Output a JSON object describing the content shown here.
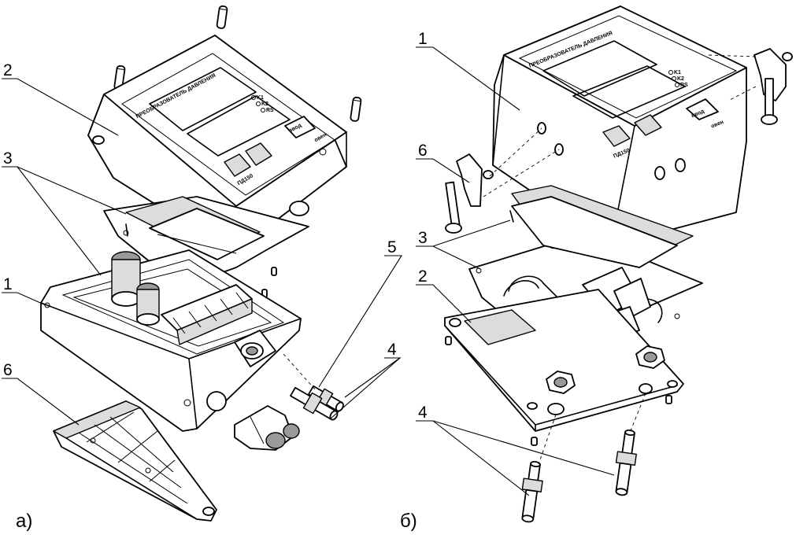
{
  "panels": [
    {
      "caption": "а)",
      "callouts": [
        "2",
        "3",
        "1",
        "6",
        "5",
        "4"
      ],
      "device": {
        "front_text": "ПРЕОБРАЗОВАТЕЛЬ ДАВЛЕНИЯ",
        "led_labels": [
          "K1",
          "K2",
          "RS"
        ],
        "enter_key": "ввод",
        "model": "ПД150",
        "brand": "овен"
      }
    },
    {
      "caption": "б)",
      "callouts": [
        "1",
        "6",
        "3",
        "2",
        "4"
      ],
      "device": {
        "front_text": "ПРЕОБРАЗОВАТЕЛЬ ДАВЛЕНИЯ",
        "led_labels": [
          "K1",
          "K2",
          "RS"
        ],
        "enter_key": "ввод",
        "model": "ПД150",
        "brand": "овен"
      }
    }
  ]
}
